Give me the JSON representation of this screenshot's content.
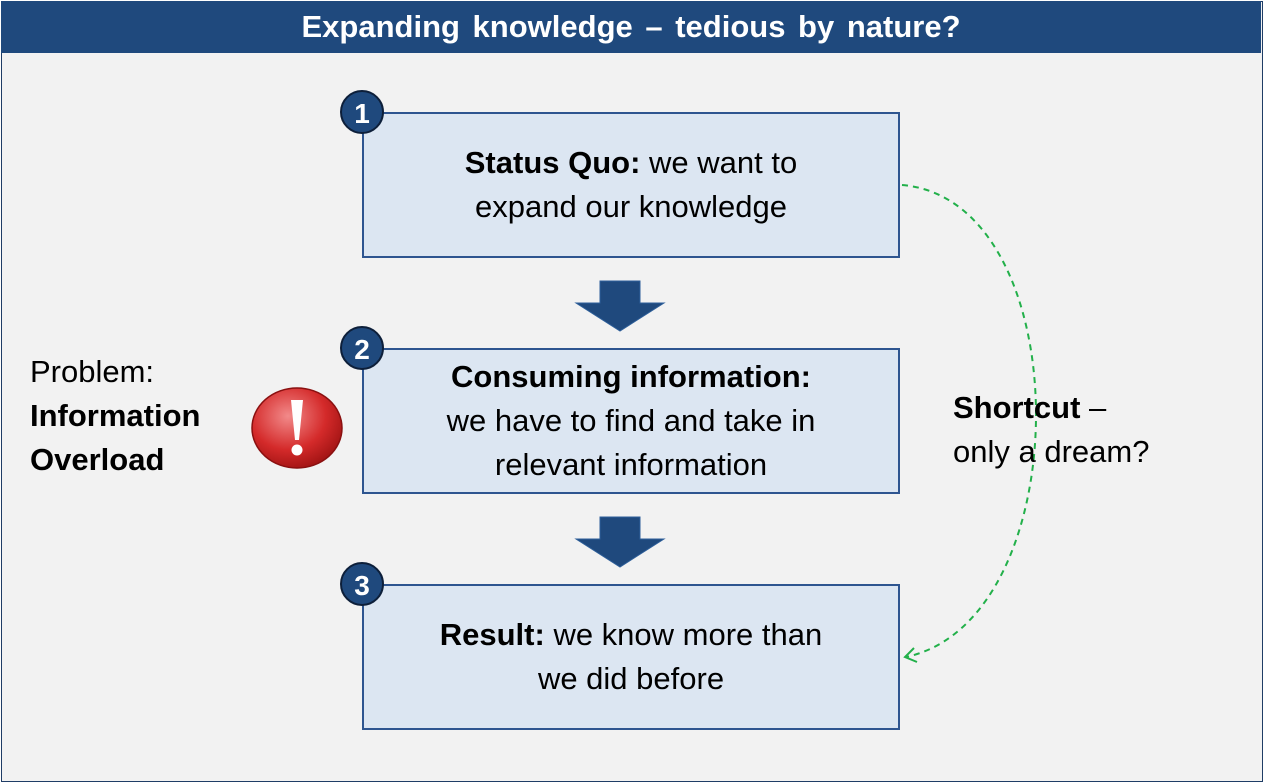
{
  "title": "Expanding knowledge – tedious by nature?",
  "steps": [
    {
      "number": "1",
      "bold": "Status Quo:",
      "text_line1": " we want to",
      "text_line2": "expand our knowledge"
    },
    {
      "number": "2",
      "bold": "Consuming information:",
      "text_line1": "we have to find and take in",
      "text_line2": "relevant information"
    },
    {
      "number": "3",
      "bold": "Result:",
      "text_line1": " we know more than",
      "text_line2": "we did before"
    }
  ],
  "problem": {
    "label": "Problem:",
    "line1": "Information",
    "line2": "Overload"
  },
  "shortcut": {
    "bold": "Shortcut",
    "dash": " –",
    "line2": "only a dream?"
  },
  "colors": {
    "title_bg": "#1f497d",
    "box_fill": "#dce6f2",
    "dashed_line": "#22b04a",
    "alert": "#d42a2a"
  }
}
